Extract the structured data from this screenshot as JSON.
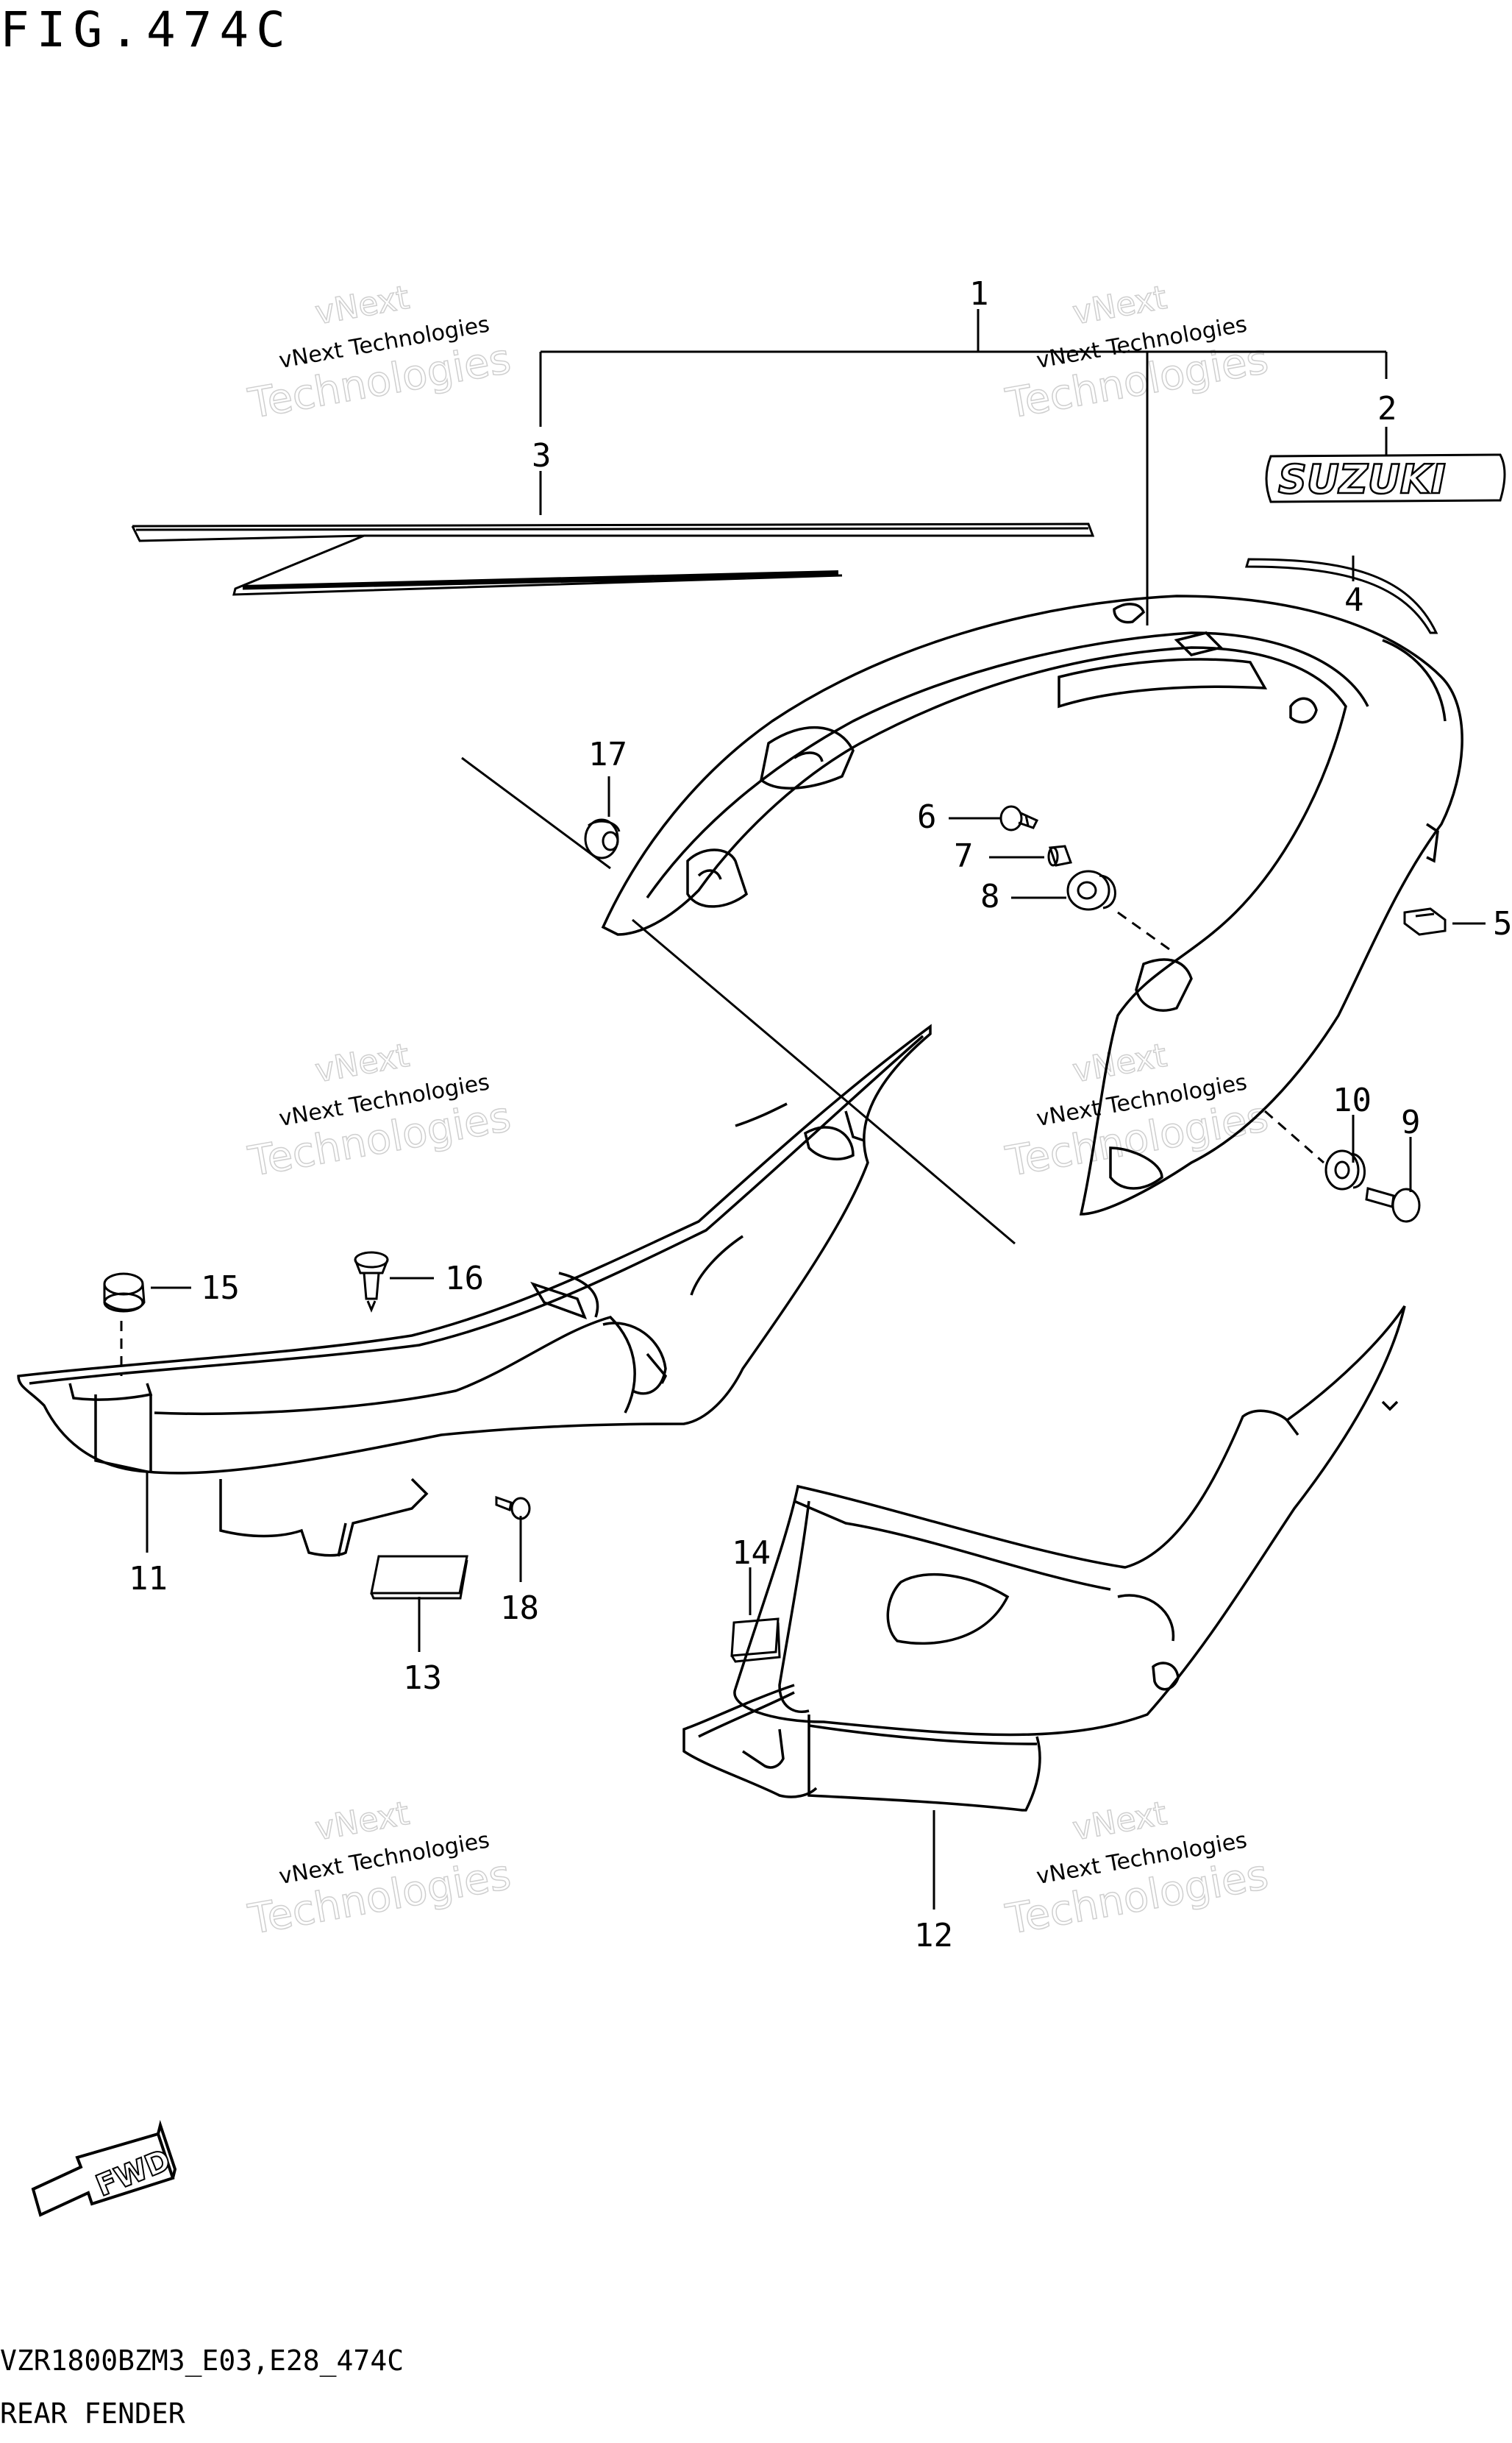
{
  "header": {
    "figure_label": "FIG.474C"
  },
  "footer": {
    "model_code": "VZR1800BZM3_E03,E28_474C",
    "section_name": "REAR FENDER"
  },
  "logo": {
    "brand_text": "SUZUKI"
  },
  "fwd_arrow": {
    "text": "FWD"
  },
  "watermark": {
    "line1": "vNext",
    "line2": "vNext Technologies",
    "line3": "Technologies"
  },
  "callouts": [
    "1",
    "2",
    "3",
    "4",
    "5",
    "6",
    "7",
    "8",
    "9",
    "10",
    "11",
    "12",
    "13",
    "14",
    "15",
    "16",
    "17",
    "18"
  ]
}
